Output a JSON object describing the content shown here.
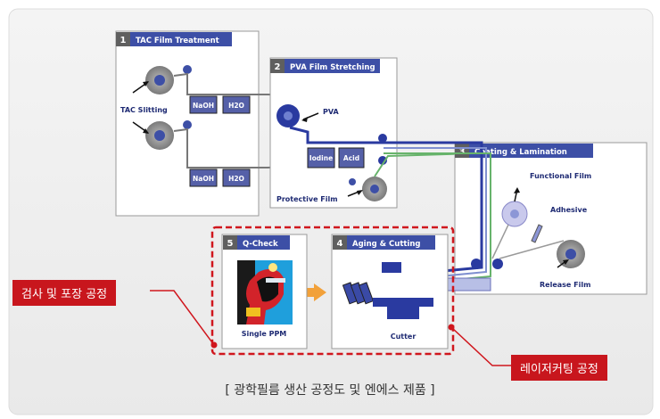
{
  "sections": [
    {
      "num": "1",
      "title": "TAC Film Treatment"
    },
    {
      "num": "2",
      "title": "PVA Film Stretching"
    },
    {
      "num": "3",
      "title": "Coating & Lamination"
    },
    {
      "num": "4",
      "title": "Aging & Cutting"
    },
    {
      "num": "5",
      "title": "Q-Check"
    }
  ],
  "labels": {
    "tac_slitting": "TAC Slitting",
    "naoh": "NaOH",
    "h2o": "H2O",
    "pva": "PVA",
    "iodine": "Iodine",
    "acid": "Acid",
    "protective_film": "Protective Film",
    "functional_film": "Functional  Film",
    "adhesive": "Adhesive",
    "release_film": "Release  Film",
    "cutter": "Cutter",
    "single_ppm": "Single PPM"
  },
  "callouts": {
    "inspection": "검사 및 포장 공정",
    "laser": "레이저커팅 공정"
  },
  "caption": "[ 광학필름 생산 공정도 및 엔에스 제품 ]",
  "colors": {
    "header": "#3d4fa6",
    "accent_red": "#d0161d",
    "navy": "#1e2a73"
  }
}
